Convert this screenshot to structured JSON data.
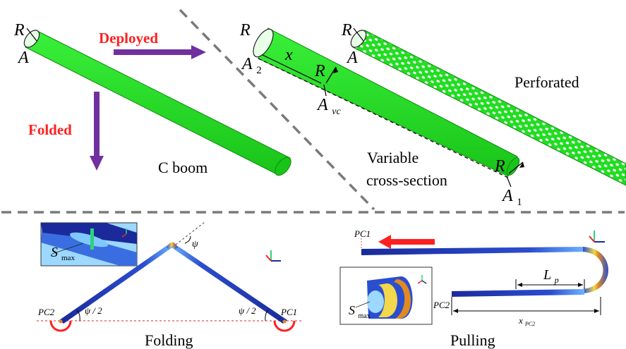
{
  "colors": {
    "tube_fill": "#22dd22",
    "tube_stroke": "#118811",
    "accent_red": "#ff2020",
    "arrow_purple": "#7030a0",
    "dash_gray": "#7a7a7a",
    "blue_dark": "#1a2a9a",
    "blue_light": "#4b8fe8",
    "blue_pale": "#9cd8ff",
    "orange": "#e08a20",
    "yellow": "#f2d84a",
    "green_detail": "#2fd27a"
  },
  "icons": {
    "deploy_arrow": "right-arrow-icon",
    "fold_arrow": "down-arrow-icon",
    "pull_arrow": "left-arrow-icon",
    "support": "pinned-support-icon",
    "axis_triad": "axis-triad-icon"
  },
  "top": {
    "c_boom": {
      "R": "R",
      "A": "A",
      "deployed": "Deployed",
      "folded": "Folded",
      "name": "C boom"
    },
    "variable": {
      "R": "R",
      "A2_main": "A",
      "A2_sub": "2",
      "x": "x",
      "R_mid": "R",
      "Avc_main": "A",
      "Avc_sub": "vc",
      "line1": "Variable",
      "line2": "cross-section",
      "R_end": "R",
      "A1_main": "A",
      "A1_sub": "1"
    },
    "perforated": {
      "R": "R",
      "A": "A",
      "name": "Perforated"
    }
  },
  "bottom": {
    "folding": {
      "smax_main": "S",
      "smax_sub": "max",
      "psi": "ψ",
      "psi_half_left": "ψ / 2",
      "psi_half_right": "ψ / 2",
      "pc2": "PC2",
      "pc1": "PC1",
      "name": "Folding"
    },
    "pulling": {
      "pc1": "PC1",
      "pc2": "PC2",
      "lp_main": "L",
      "lp_sub": "p",
      "xpc2_main": "x",
      "xpc2_sub": "PC2",
      "smax_main": "S",
      "smax_sub": "max",
      "name": "Pulling"
    }
  }
}
